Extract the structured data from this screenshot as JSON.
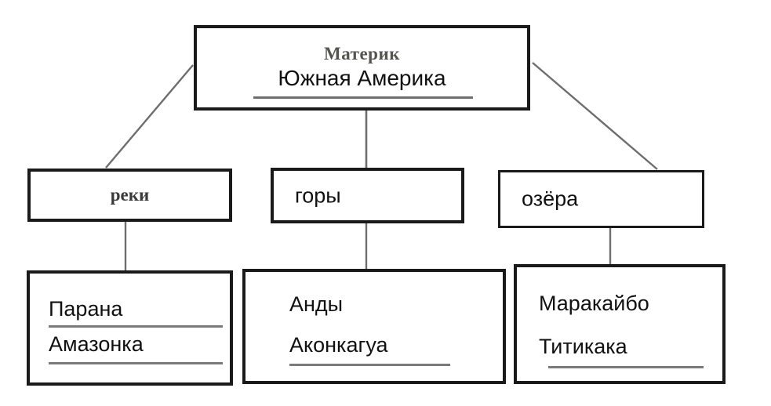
{
  "diagram": {
    "type": "hierarchy-tree",
    "line_color": "#6e6e6e",
    "border_color": "#1a1a1a",
    "rule_color": "#7a7a7a",
    "root": {
      "heading": "Материк",
      "title": "Южная Америка"
    },
    "categories": [
      {
        "id": "rivers",
        "label": "реки"
      },
      {
        "id": "mountains",
        "label": "горы"
      },
      {
        "id": "lakes",
        "label": "озёра"
      }
    ],
    "items": {
      "rivers": [
        "Парана",
        "Амазонка"
      ],
      "mountains": [
        "Анды",
        "Аконкагуа"
      ],
      "lakes": [
        "Маракайбо",
        "Титикака"
      ]
    }
  }
}
